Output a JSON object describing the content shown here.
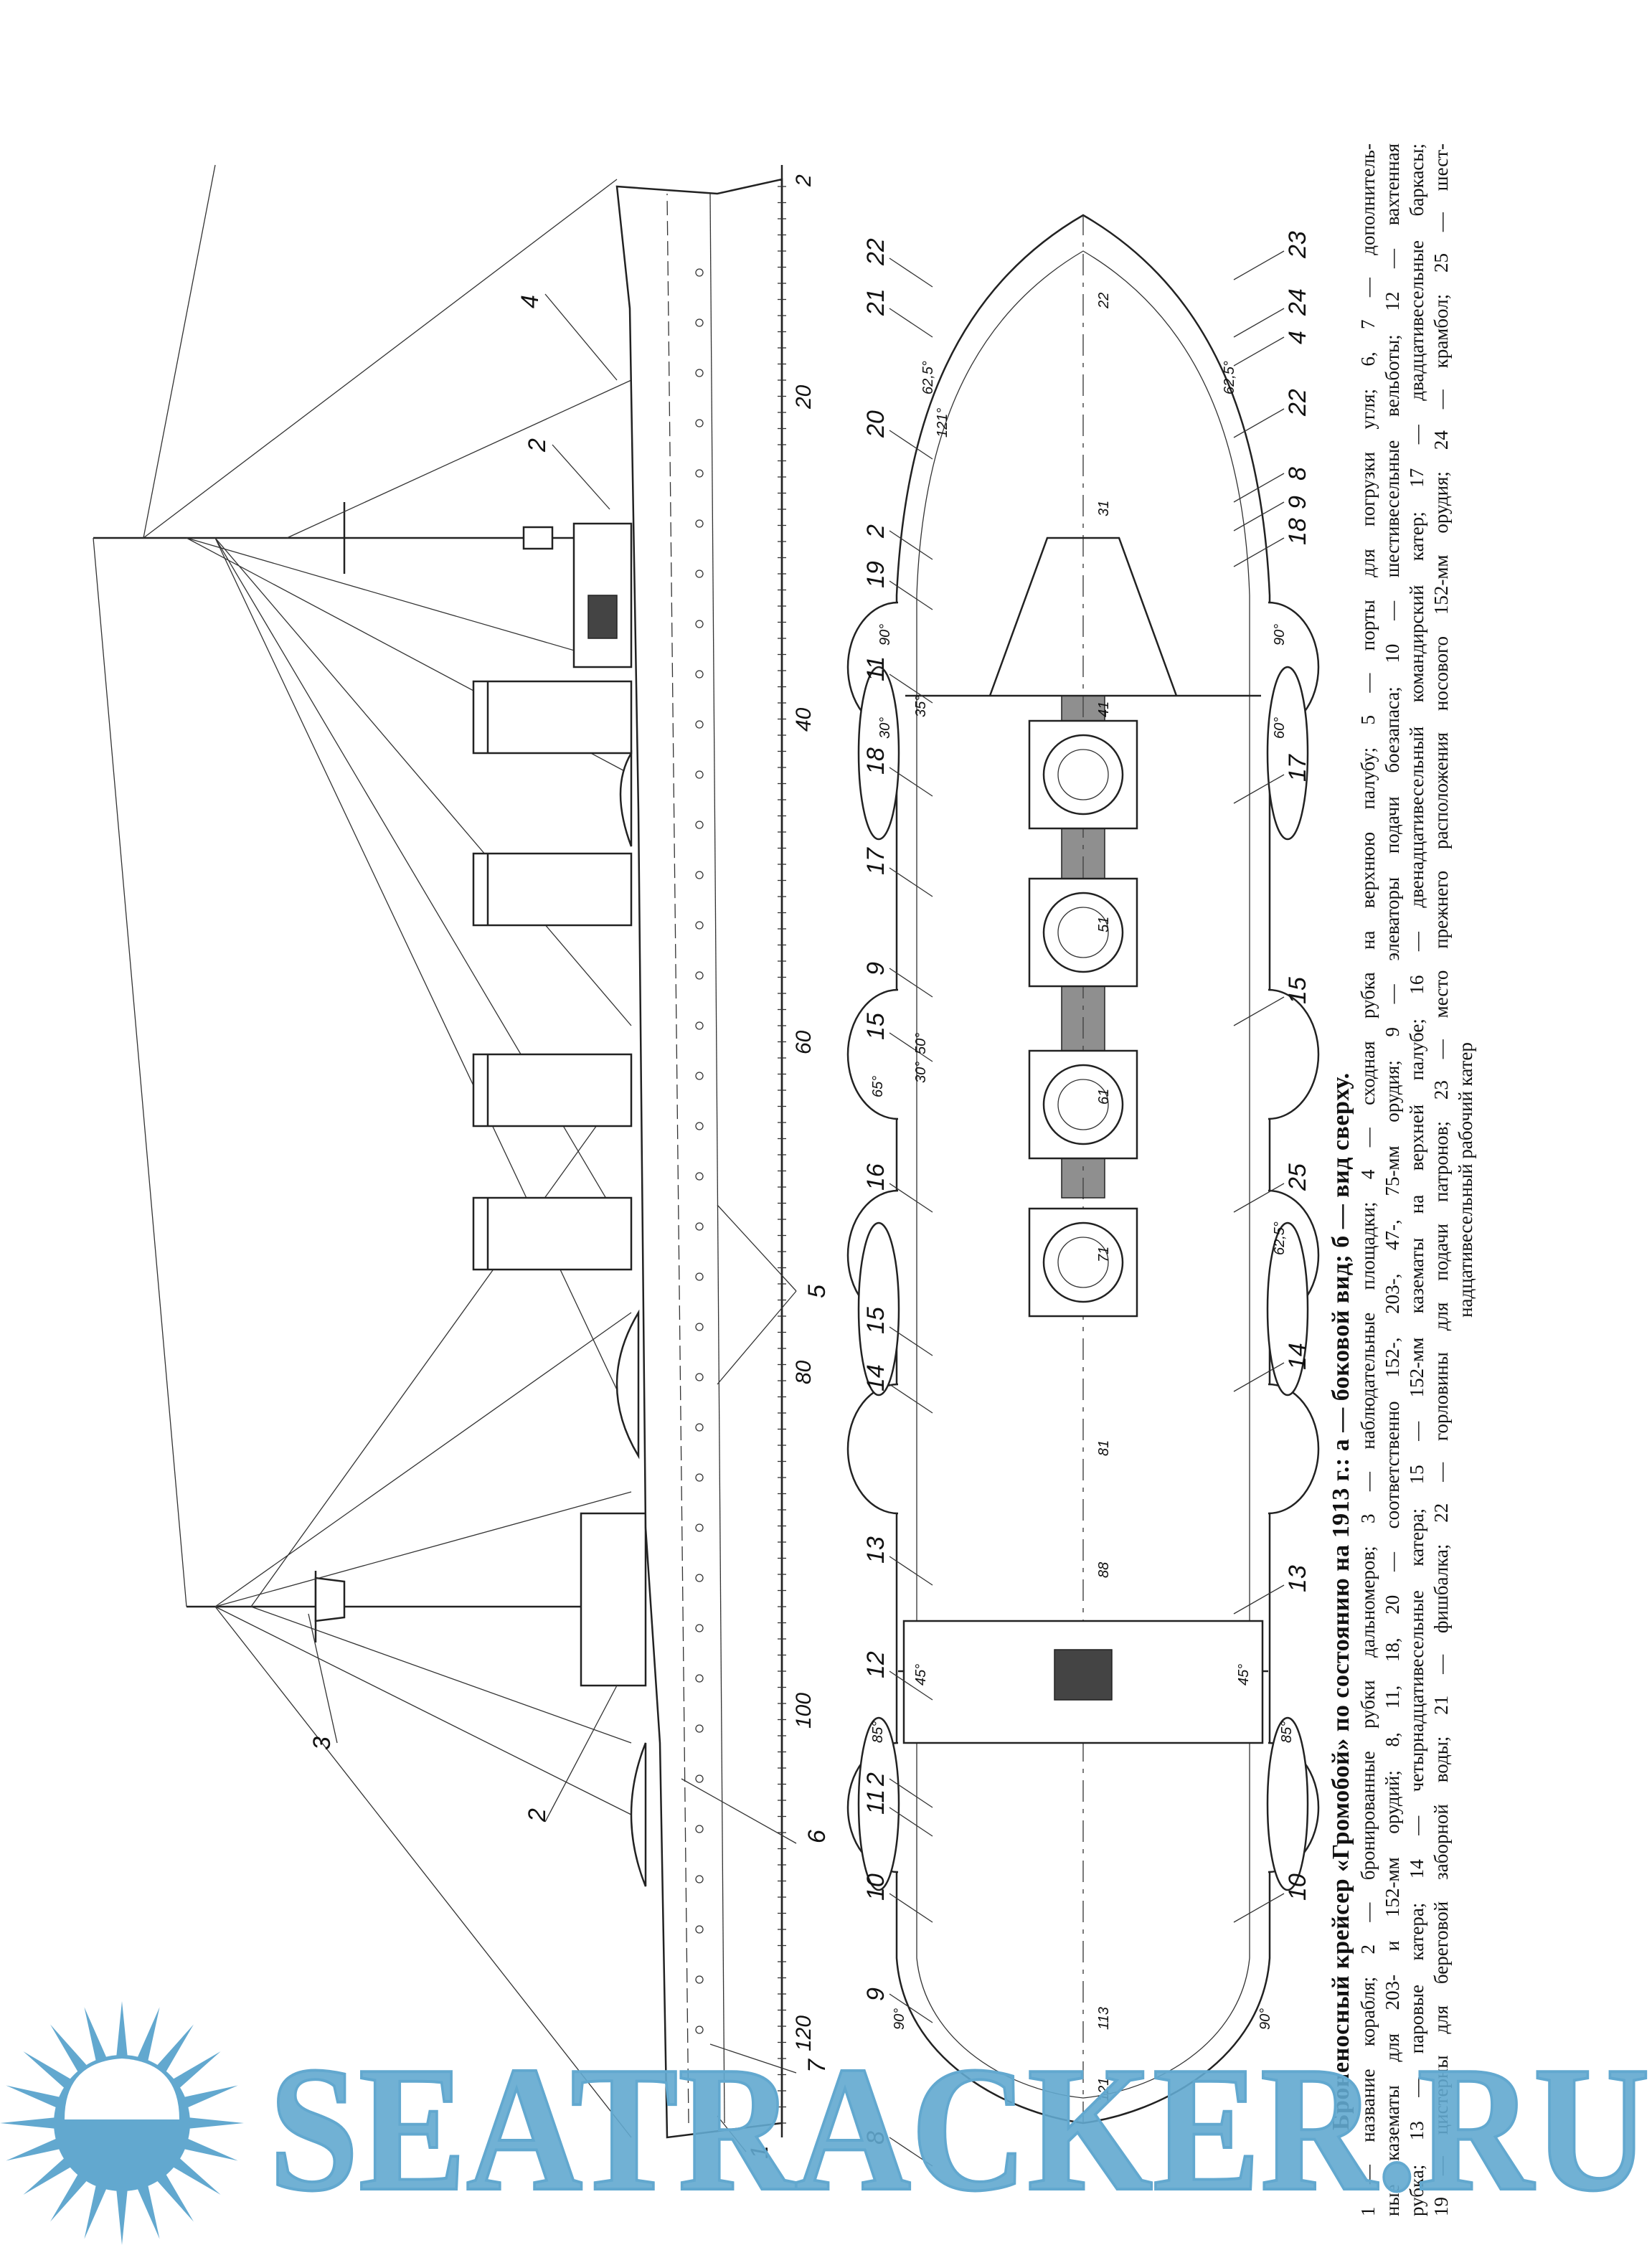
{
  "side_view": {
    "ruler_labels": [
      "2",
      "20",
      "40",
      "60",
      "80",
      "100",
      "120"
    ],
    "callouts": [
      "4",
      "2",
      "5",
      "3",
      "2",
      "6",
      "7",
      "1"
    ]
  },
  "top_view": {
    "callouts_left": [
      "22",
      "21",
      "20",
      "2",
      "19",
      "11",
      "18",
      "17",
      "9",
      "15",
      "16",
      "15",
      "14",
      "13",
      "12",
      "2",
      "11",
      "10",
      "9",
      "8"
    ],
    "callouts_right": [
      "23",
      "24",
      "4",
      "22",
      "8",
      "9",
      "18",
      "17",
      "15",
      "25",
      "14",
      "13",
      "10"
    ],
    "angles": [
      "62,5°",
      "62,5°",
      "121°",
      "90°",
      "35°",
      "30°",
      "60°",
      "90°",
      "50°",
      "30°",
      "65°",
      "62,5°",
      "45°",
      "85°",
      "45°",
      "85°",
      "90°",
      "90°"
    ],
    "frame_numbers": [
      "22",
      "31",
      "41",
      "51",
      "61",
      "71",
      "81",
      "88",
      "113",
      "121"
    ]
  },
  "caption": {
    "title": "Броненосный крейсер «Громобой» по состоянию на 1913 г.: а — боковой вид; б — вид сверху.",
    "lines": [
      "1 — название корабля; 2 — бронированные рубки дальномеров; 3 — наблюдательные площадки; 4 — сходная рубка на верхнюю палубу; 5 — порты для погрузки угля; 6, 7 — дополнитель-",
      "ные казематы для 203- и 152-мм орудий; 8, 11, 18, 20 — соответственно 152-, 203-, 47-, 75-мм орудия; 9 — элеваторы подачи боезапаса; 10 — шестивесельные вельботы; 12 — вахтенная",
      "рубка; 13 — паровые катера; 14 — четырнадцативесельные катера; 15 — 152-мм казематы на верхней палубе; 16 — двенадцативесельный командирский катер; 17 — двадцативесельные баркасы;",
      "19 — цистерны для береговой заборной воды; 21 — фишбалка; 22 — горловины для подачи патронов; 23 — место прежнего расположения носового 152-мм орудия; 24 — крамбол; 25 — шест-",
      "надцативесельный рабочий катер"
    ]
  },
  "watermark": {
    "text": "SEATRACKER.RU",
    "color": "#62a8cf"
  }
}
